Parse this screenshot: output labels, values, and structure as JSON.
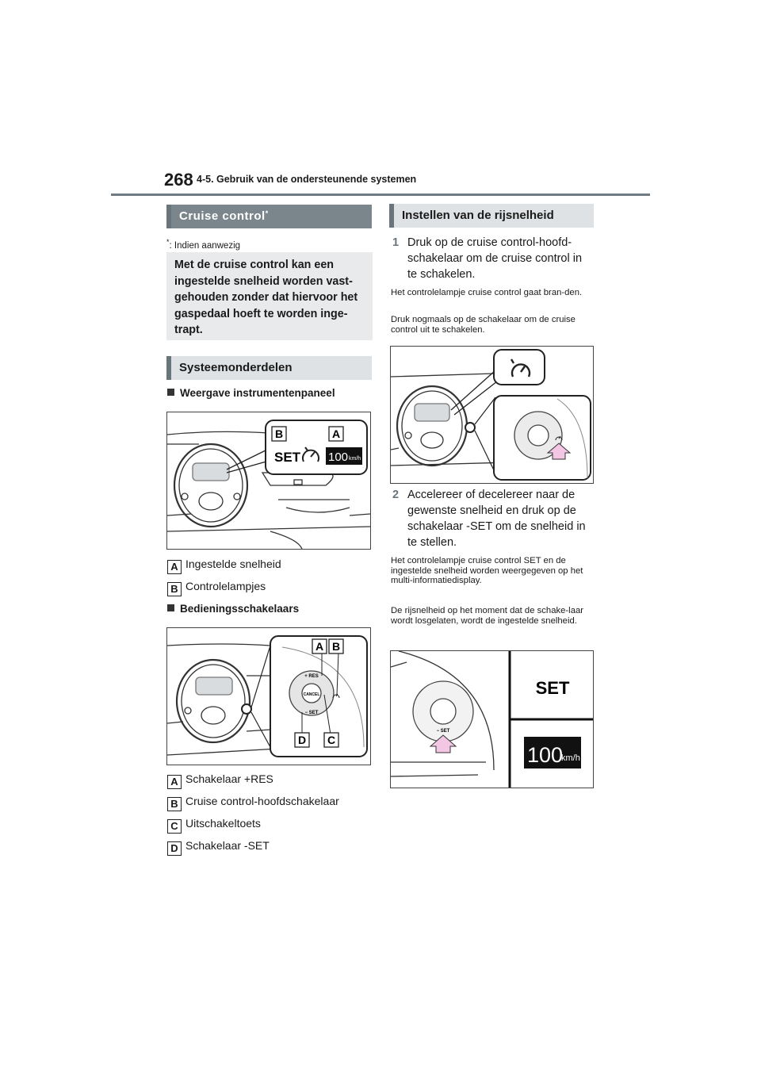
{
  "header": {
    "page_number": "268",
    "chapter": "4-5. Gebruik van de ondersteunende systemen"
  },
  "left": {
    "cruise_heading": "Cruise control",
    "cruise_heading_mark": "*",
    "footnote_mark": "*",
    "footnote": ": Indien aanwezig",
    "intro": "Met de cruise control kan een ingestelde snelheid worden vast-gehouden zonder dat hiervoor het gaspedaal hoeft te worden inge-trapt.",
    "parts_heading": "Systeemonderdelen",
    "panel_heading": "Weergave instrumentenpaneel",
    "panel_legend": [
      {
        "badge": "A",
        "label": "Ingestelde snelheid"
      },
      {
        "badge": "B",
        "label": "Controlelampjes"
      }
    ],
    "switch_heading": "Bedieningsschakelaars",
    "switch_legend": [
      {
        "badge": "A",
        "label": "Schakelaar +RES"
      },
      {
        "badge": "B",
        "label": "Cruise control-hoofdschakelaar"
      },
      {
        "badge": "C",
        "label": "Uitschakeltoets"
      },
      {
        "badge": "D",
        "label": "Schakelaar -SET"
      }
    ]
  },
  "figure1": {
    "label_b": "B",
    "label_a": "A",
    "set_text": "SET",
    "speed": "100",
    "unit": "km/h"
  },
  "figure2": {
    "label_a": "A",
    "label_b": "B",
    "label_d": "D",
    "label_c": "C",
    "res": "+ RES",
    "cancel": "CANCEL",
    "set": "− SET"
  },
  "figure4": {
    "set": "− SET",
    "set_text": "SET",
    "speed": "100",
    "unit": "km/h"
  },
  "right": {
    "heading": "Instellen van de rijsnelheid",
    "step1_num": "1",
    "step1": "Druk op de cruise control-hoofd-schakelaar om de cruise control in te schakelen.",
    "note1a": "Het controlelampje cruise control gaat bran-den.",
    "note1b": "Druk nogmaals op de schakelaar om de cruise control uit te schakelen.",
    "step2_num": "2",
    "step2": "Accelereer of decelereer naar de gewenste snelheid en druk op de schakelaar -SET om de snelheid in te stellen.",
    "note2a": "Het controlelampje cruise control SET en de ingestelde snelheid worden weergegeven op het multi-informatiedisplay.",
    "note2b": "De rijsnelheid op het moment dat de schake-laar wordt losgelaten, wordt de ingestelde snelheid."
  },
  "colors": {
    "heading_bar": "#6a747b",
    "highlight_arrow": "#f3c6e4"
  }
}
